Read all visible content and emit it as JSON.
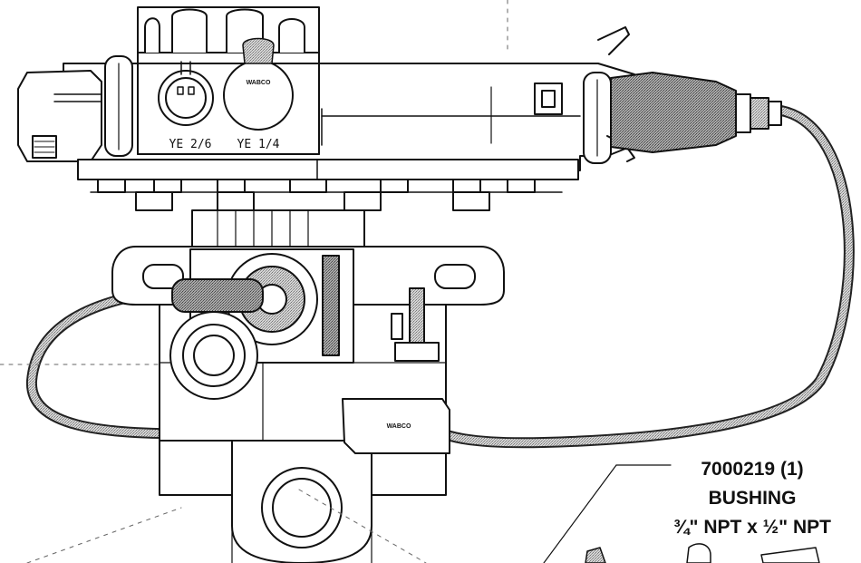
{
  "ports": {
    "left_label": "YE 2/6",
    "right_label": "YE 1/4"
  },
  "logos": {
    "connector_logo": "WABCO",
    "body_logo": "WABCO"
  },
  "callout": {
    "part_number": "7000219 (1)",
    "part_name": "BUSHING",
    "spec": "¾\" NPT x ½\" NPT"
  }
}
